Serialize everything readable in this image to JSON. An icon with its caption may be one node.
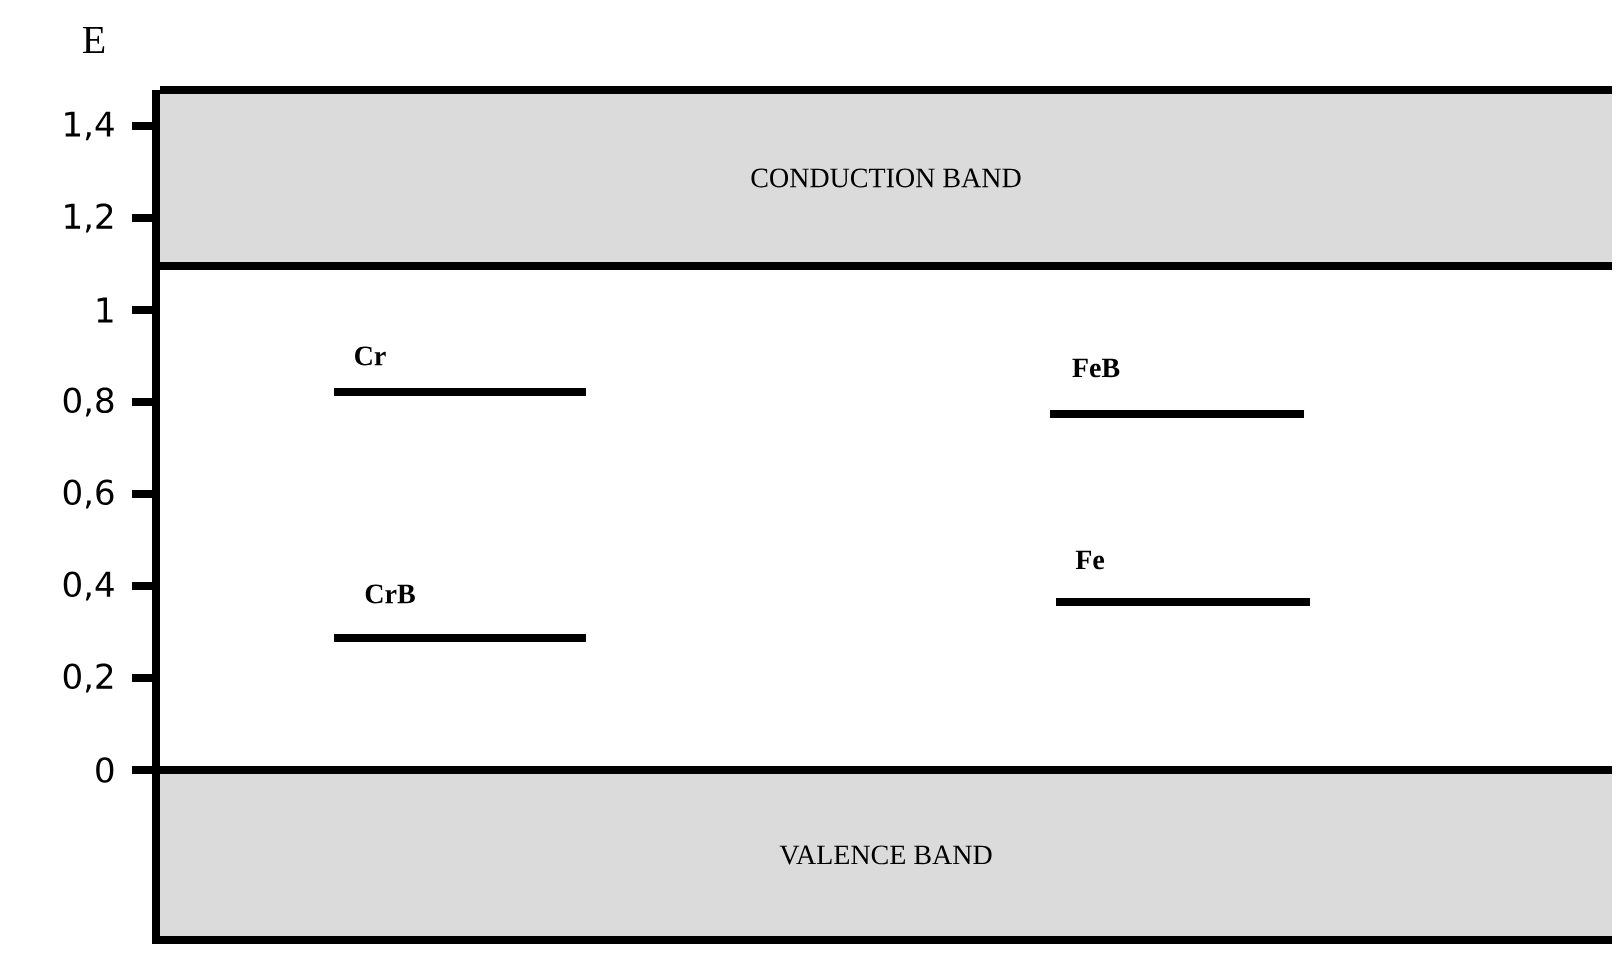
{
  "diagram": {
    "nodes": [
      {
        "text": [
          "CONDUCTION BAND"
        ]
      },
      {
        "text": [
          "Cr"
        ]
      },
      {
        "text": [
          "CrB"
        ]
      },
      {
        "text": [
          "FeB"
        ]
      },
      {
        "text": [
          "Fe"
        ]
      },
      {
        "text": [
          "VALENCE BAND"
        ]
      }
    ],
    "labels": [
      "E",
      "1,4",
      "1,2",
      "1",
      "0,8",
      "0,6",
      "0,4",
      "0,2",
      "0"
    ]
  }
}
